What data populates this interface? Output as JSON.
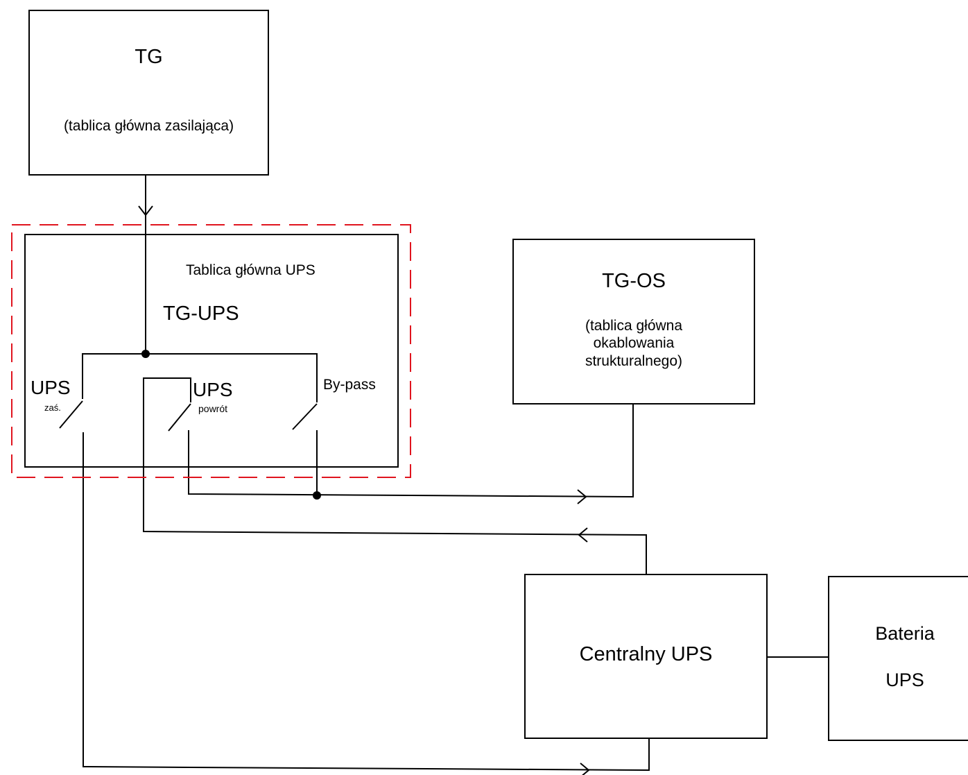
{
  "tg": {
    "title": "TG",
    "subtitle": "(tablica główna zasilająca)"
  },
  "tg_ups": {
    "caption": "Tablica główna UPS",
    "title": "TG-UPS",
    "switch_supply": {
      "label": "UPS",
      "sub": "zaś."
    },
    "switch_return": {
      "label": "UPS",
      "sub": "powrót"
    },
    "switch_bypass": {
      "label": "By-pass"
    }
  },
  "tg_os": {
    "title": "TG-OS",
    "line1": "(tablica główna",
    "line2": "okablowania",
    "line3": "strukturalnego)"
  },
  "central_ups": {
    "title": "Centralny UPS"
  },
  "battery": {
    "line1": "Bateria",
    "line2": "UPS"
  },
  "colors": {
    "line": "#000000",
    "boundary": "#e0141e"
  }
}
